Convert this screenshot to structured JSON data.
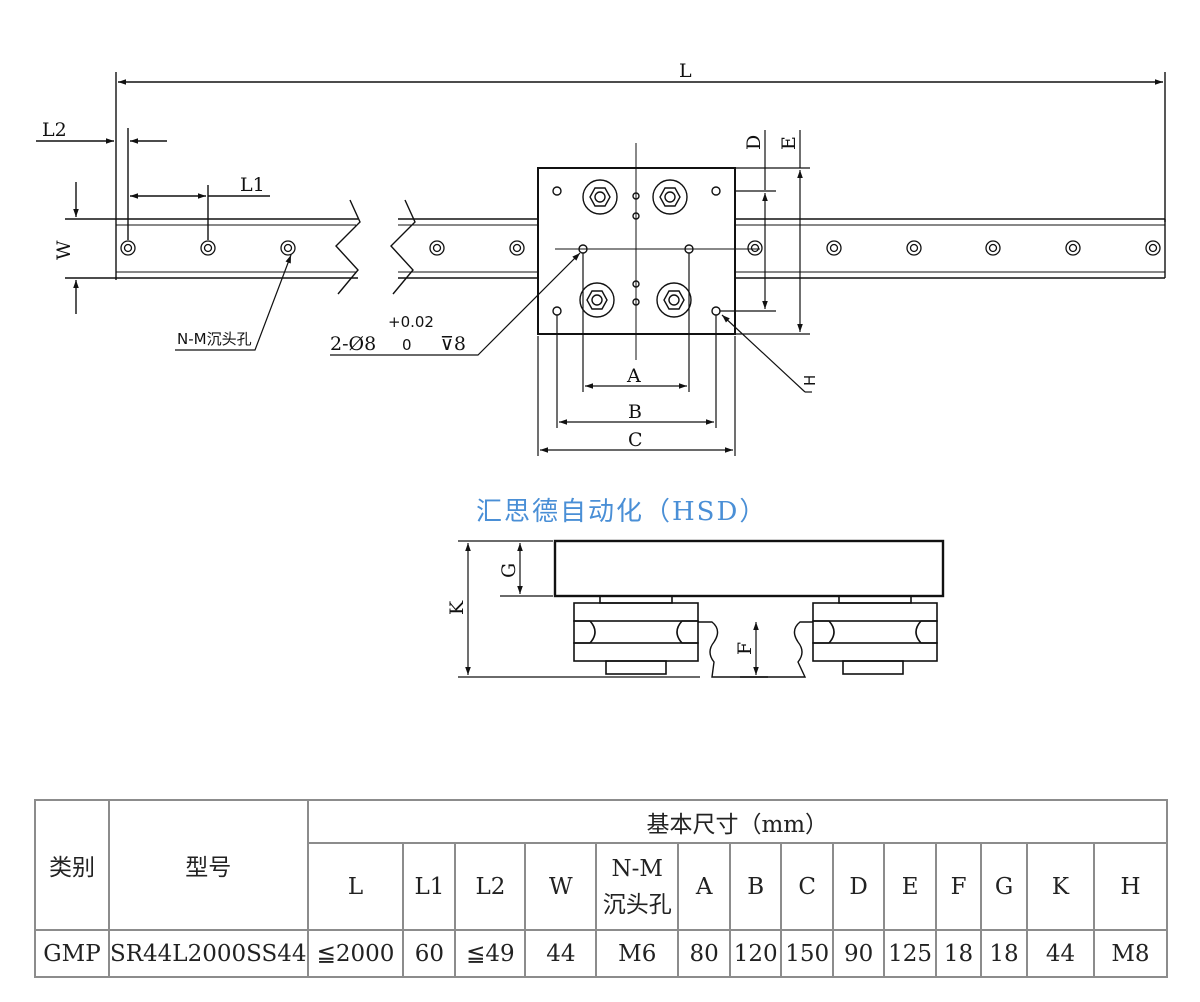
{
  "drawing": {
    "dimension_labels": {
      "L": "L",
      "L1": "L1",
      "L2": "L2",
      "W": "W",
      "A": "A",
      "B": "B",
      "C": "C",
      "D": "D",
      "E": "E",
      "H": "H",
      "G": "G",
      "K": "K",
      "F": "F"
    },
    "hole_callout": "N-M沉头孔",
    "pin_hole_callout": {
      "prefix": "2-Ø8",
      "tol_upper": "+0.02",
      "tol_lower": "0",
      "depth": "⊽8"
    },
    "brand": "汇思德自动化（HSD）"
  },
  "table": {
    "category_header": "类别",
    "model_header": "型号",
    "group_header": "基本尺寸（mm）",
    "columns": [
      "L",
      "L1",
      "L2",
      "W",
      "N-M\n沉头孔",
      "A",
      "B",
      "C",
      "D",
      "E",
      "F",
      "G",
      "K",
      "H"
    ],
    "row": {
      "category": "GMP",
      "model": "SR44L2000SS44",
      "values": [
        "≦2000",
        "60",
        "≦49",
        "44",
        "M6",
        "80",
        "120",
        "150",
        "90",
        "125",
        "18",
        "18",
        "44",
        "M8"
      ]
    }
  },
  "colors": {
    "line": "#111111",
    "brand": "#4a8fd6",
    "table_border": "#8c8c8c"
  }
}
